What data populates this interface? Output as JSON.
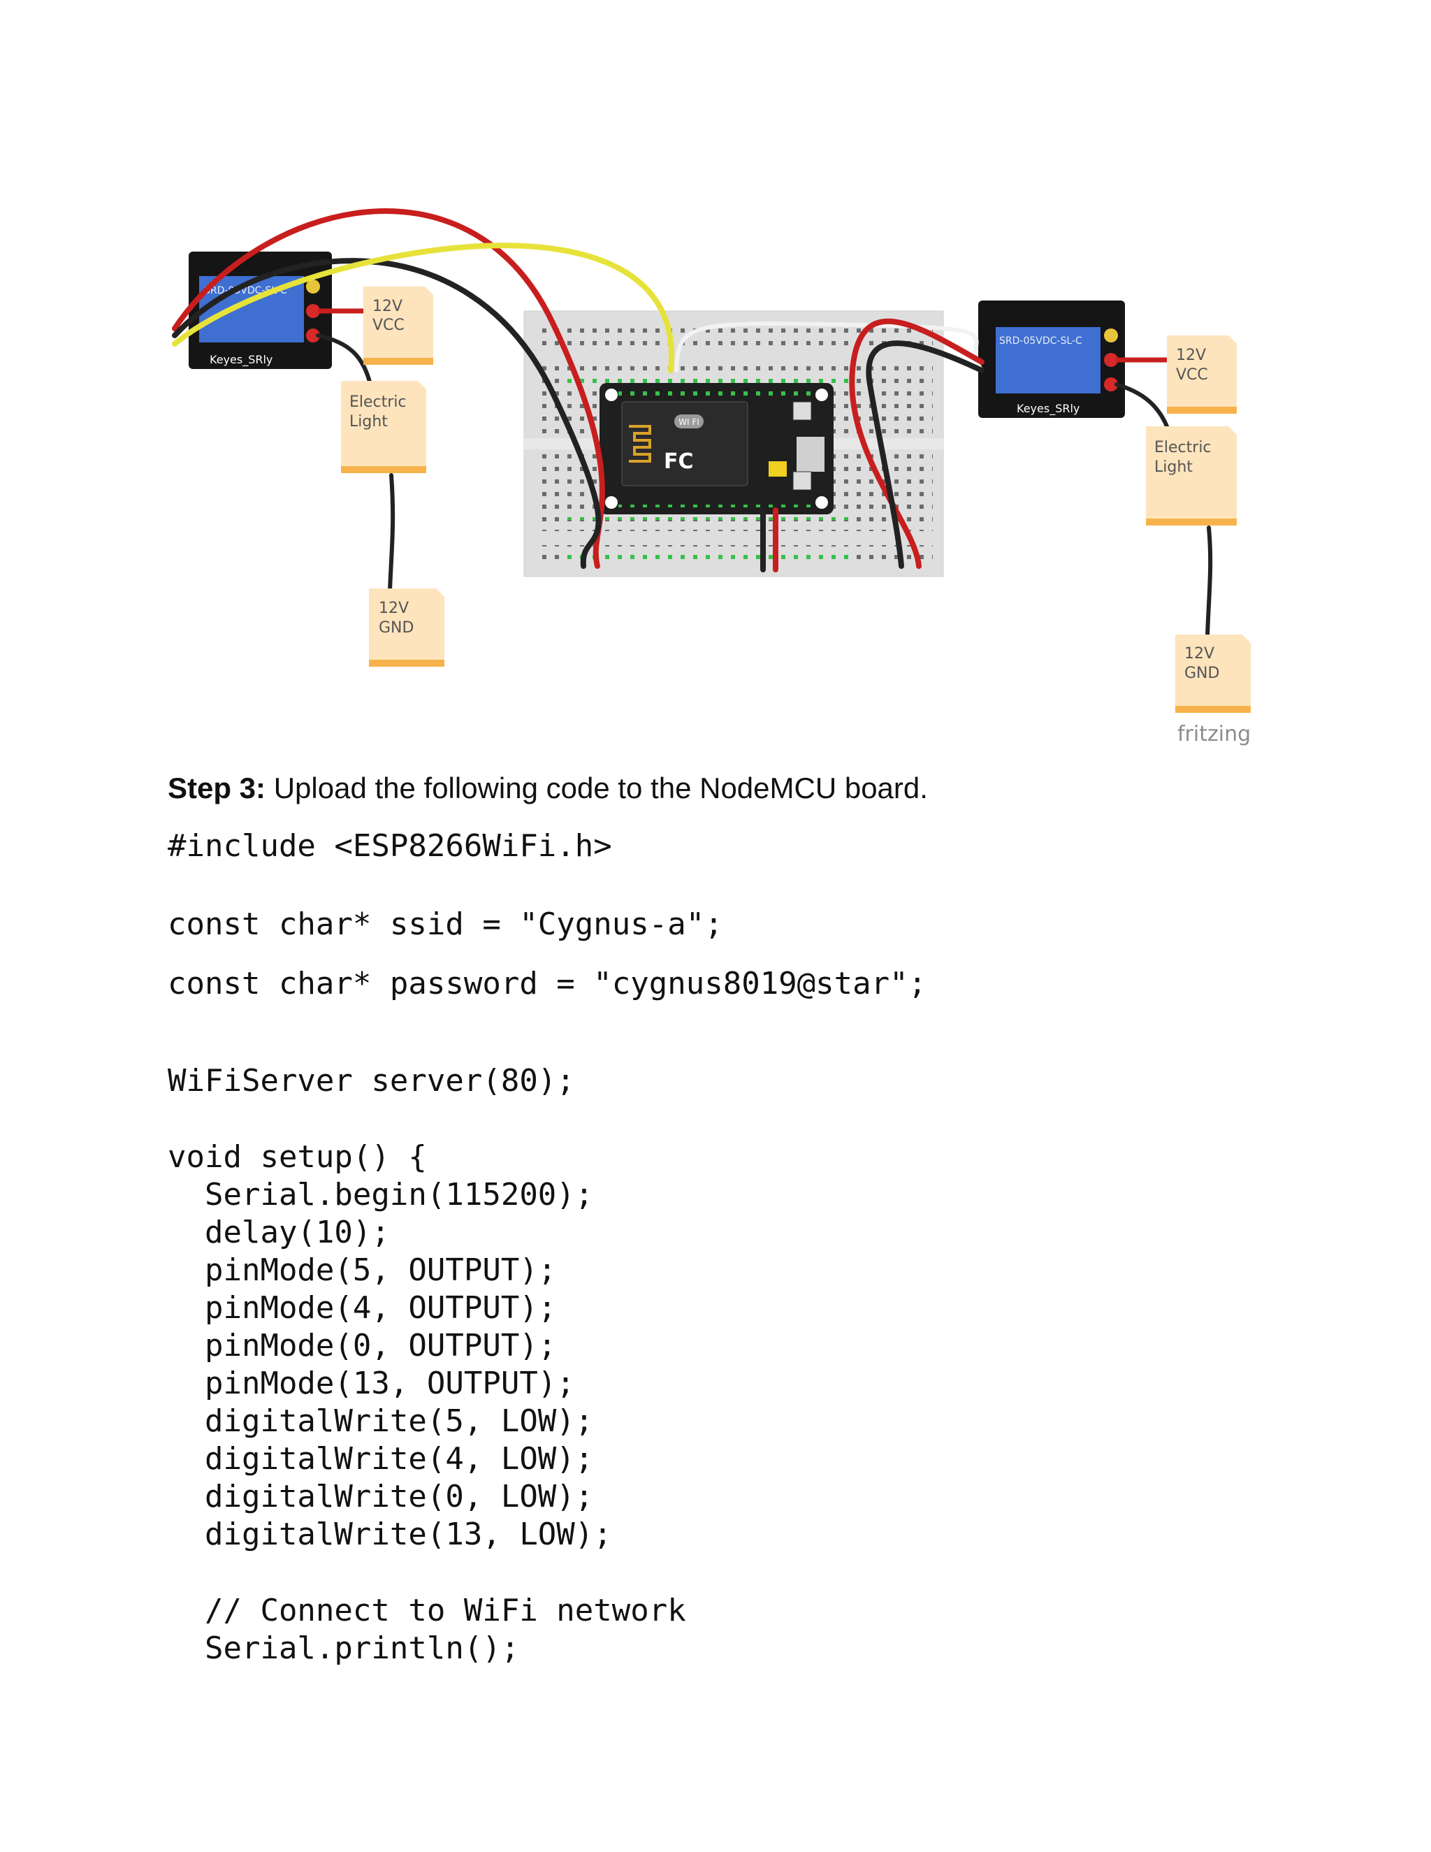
{
  "diagram": {
    "relay_left_label": "Keyes_SRly",
    "relay_right_label": "Keyes_SRly",
    "relay_model_text": "SRD-05VDC-SL-C",
    "notes": {
      "left_vcc": [
        "12V",
        "VCC"
      ],
      "left_light": [
        "Electric",
        "Light"
      ],
      "left_gnd": [
        "12V",
        "GND"
      ],
      "right_vcc": [
        "12V",
        "VCC"
      ],
      "right_light": [
        "Electric",
        "Light"
      ],
      "right_gnd": [
        "12V",
        "GND"
      ]
    },
    "board_wifi_badge": "WI FI",
    "board_fc_mark": "FC",
    "brand": "fritzing",
    "colors": {
      "wire_red": "#c81e1e",
      "wire_black": "#222222",
      "wire_yellow": "#e7e23a",
      "wire_white": "#f2f2f2",
      "sticky": "#fde4bd",
      "sticky_band": "#f7b24c",
      "relay_blue": "#3f6fd1",
      "breadboard": "#dcdcdc"
    }
  },
  "step": {
    "label": "Step 3:",
    "text": " Upload the following code to the NodeMCU board."
  },
  "code_lines": [
    "#include <ESP8266WiFi.h>",
    "const char* ssid = \"Cygnus-a\";",
    "const char* password = \"cygnus8019@star\";",
    "WiFiServer server(80);",
    "void setup() {",
    "  Serial.begin(115200);",
    "  delay(10);",
    "  pinMode(5, OUTPUT);",
    "  pinMode(4, OUTPUT);",
    "  pinMode(0, OUTPUT);",
    "  pinMode(13, OUTPUT);",
    "  digitalWrite(5, LOW);",
    "  digitalWrite(4, LOW);",
    "  digitalWrite(0, LOW);",
    "  digitalWrite(13, LOW);",
    "  // Connect to WiFi network",
    "  Serial.println();"
  ]
}
